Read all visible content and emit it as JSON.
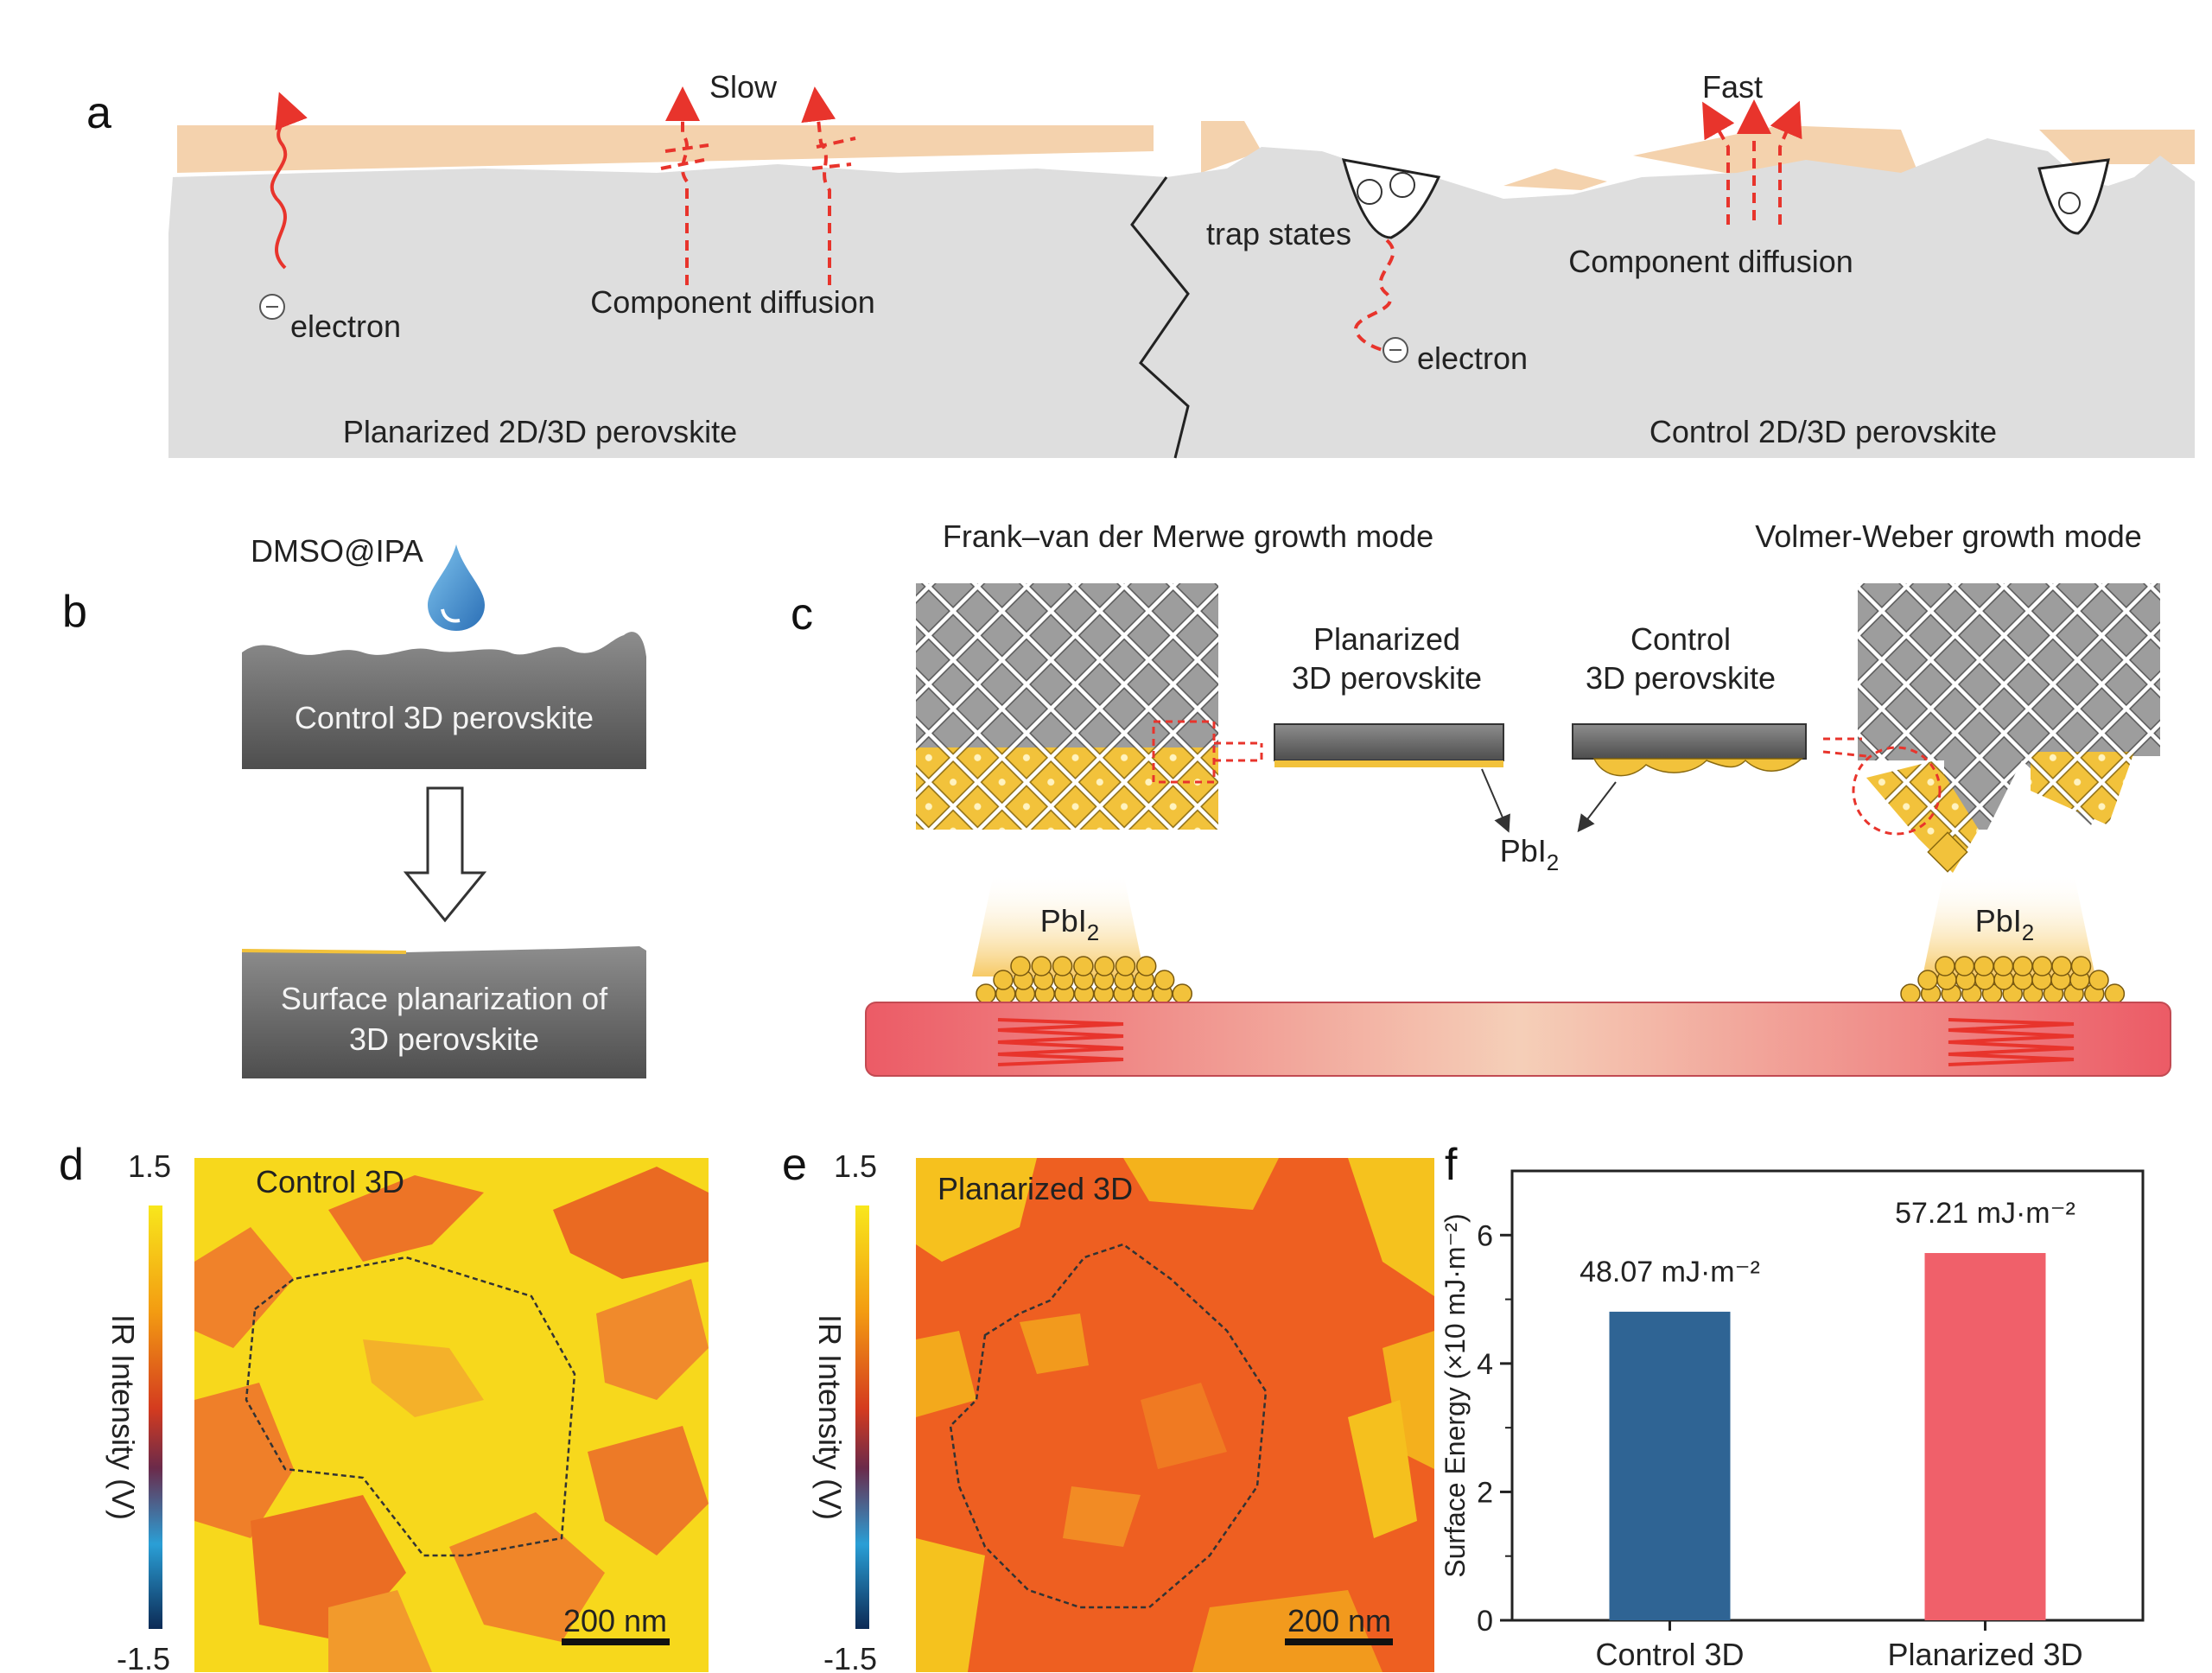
{
  "panels": {
    "a": {
      "label": "a",
      "slow": "Slow",
      "fast": "Fast",
      "electron_left": "electron",
      "electron_right": "electron",
      "diffusion_left": "Component diffusion",
      "diffusion_right": "Component diffusion",
      "trap_states": "trap states",
      "planarized_caption": "Planarized 2D/3D perovskite",
      "control_caption": "Control 2D/3D perovskite"
    },
    "b": {
      "label": "b",
      "solvent": "DMSO@IPA",
      "top_block": "Control 3D perovskite",
      "bottom_block_line1": "Surface planarization of",
      "bottom_block_line2": "3D perovskite"
    },
    "c": {
      "label": "c",
      "fvdm": "Frank–van der Merwe growth mode",
      "vw": "Volmer-Weber growth mode",
      "planarized_line1": "Planarized",
      "planarized_line2": "3D perovskite",
      "control_line1": "Control",
      "control_line2": "3D perovskite",
      "pbi2_main": "PbI",
      "pbi2_sub": "2"
    },
    "d": {
      "label": "d",
      "title": "Control 3D",
      "cbar_max": "1.5",
      "cbar_min": "-1.5",
      "cbar_label": "IR Intensity (V)",
      "scale": "200 nm"
    },
    "e": {
      "label": "e",
      "title": "Planarized 3D",
      "cbar_max": "1.5",
      "cbar_min": "-1.5",
      "cbar_label": "IR Intensity (V)",
      "scale": "200 nm"
    },
    "f": {
      "label": "f"
    }
  },
  "colors": {
    "gray_block": "#b9b9b9",
    "cap_2d": "#f4d2ad",
    "arrow_red": "#e8342c",
    "pbi2_yellow": "#f2c23b",
    "bar_control": "#2f6494",
    "bar_planarized": "#f0606a"
  },
  "chart_data": {
    "type": "bar",
    "categories": [
      "Control 3D",
      "Planarized 3D"
    ],
    "values": [
      4.807,
      5.721
    ],
    "value_labels": [
      "48.07 mJ·m⁻²",
      "57.21 mJ·m⁻²"
    ],
    "ylabel": "Surface Energy (×10 mJ·m⁻²)",
    "yticks": [
      0,
      2,
      4,
      6
    ],
    "ylim": [
      0,
      7
    ],
    "colors": [
      "#2f6494",
      "#f0606a"
    ]
  }
}
